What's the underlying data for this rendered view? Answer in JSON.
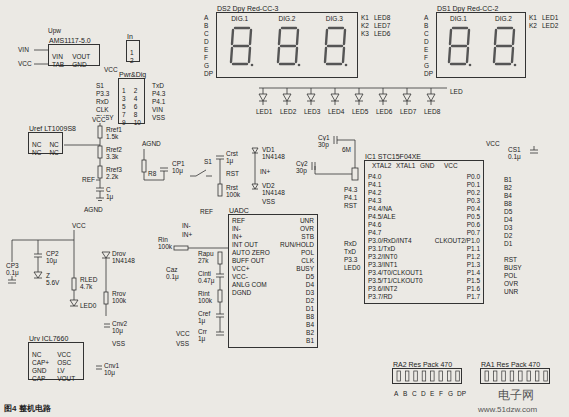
{
  "diagram": {
    "caption": "图4 整机电路",
    "nodes": [
      {
        "text": [
          "DS2 Dpy Red-CC-3",
          "DIG.1",
          "DIG.2",
          "DIG.3"
        ]
      },
      {
        "text": [
          "DS1 Dpy Red-CC-2",
          "DIG.1",
          "DIG.2"
        ]
      },
      {
        "text": [
          "AMS1117-5.0",
          "VIN",
          "VOUT",
          "TAB",
          "GND"
        ]
      },
      {
        "text": [
          "In",
          "1",
          "2"
        ]
      },
      {
        "text": [
          "Pwr&Dig",
          "1",
          "2",
          "3",
          "4",
          "5",
          "6",
          "7",
          "8",
          "9",
          "10"
        ]
      },
      {
        "text": [
          "Uref LT1009S8",
          "NC",
          "NC",
          "NC",
          "NC"
        ]
      },
      {
        "text": [
          "UADC",
          "REF",
          "IN-",
          "IN+",
          "INT OUT",
          "AUTO ZERO",
          "BUFF OUT",
          "VCC+",
          "VCC-",
          "ANLG COM",
          "DGND",
          "UNR",
          "OVR",
          "STB",
          "RUN/HOLD",
          "POL",
          "CLK",
          "BUSY",
          "D5",
          "D4",
          "D3",
          "D2",
          "D1",
          "B8",
          "B4",
          "B2",
          "B1"
        ]
      },
      {
        "text": [
          "IC1 STC15F04XE",
          "P4.0",
          "P4.1",
          "P4.2",
          "P4.3",
          "P4.4/NA",
          "P4.5/ALE",
          "P4.6",
          "P4.7",
          "P3.0/RxD/INT4",
          "P3.1/TxD",
          "P3.2/INT0",
          "P3.3/INT1",
          "P3.4/T0/CLKOUT1",
          "P3.5/T1/CLKOUT0",
          "P3.6/INT2",
          "P3.7/RD",
          "P0.0",
          "P0.1",
          "P0.2",
          "P0.3",
          "P0.4",
          "P0.5",
          "P0.6",
          "P0.7",
          "CLKOUT2/P1.0",
          "P1.1",
          "P1.2",
          "P1.3",
          "P1.4",
          "P1.5",
          "P1.6",
          "P1.7"
        ]
      },
      {
        "text": [
          "Urv ICL7660",
          "NC",
          "VCC",
          "CAP+",
          "OSC",
          "GND",
          "LV",
          "CAP-",
          "VOUT"
        ]
      },
      {
        "text": [
          "RA2 Res Pack 470"
        ]
      },
      {
        "text": [
          "RA1 Res Pack 470"
        ]
      }
    ],
    "labels": [
      "Upw",
      "VIN",
      "VCC",
      "VCC",
      "S1",
      "P3.3",
      "RxD",
      "CLK",
      "BUSY",
      "TxD",
      "P4.3",
      "P4.1",
      "VIN",
      "VSS",
      "A",
      "B",
      "C",
      "D",
      "E",
      "F",
      "G",
      "DP",
      "K1",
      "K2",
      "K3",
      "LED8",
      "LED7",
      "LED6",
      "A",
      "B",
      "C",
      "D",
      "E",
      "F",
      "G",
      "DP",
      "K1",
      "K2",
      "LED1",
      "LED2",
      "LED",
      "LED1",
      "LED2",
      "LED3",
      "LED4",
      "LED5",
      "LED6",
      "LED7",
      "LED8",
      "VCC",
      "Rref1",
      "1.5k",
      "Rref2",
      "3.3k",
      "Rref3",
      "2.2k",
      "REF",
      "C",
      "1μ",
      "AGND",
      "AGND",
      "R8",
      "CP1",
      "10μ",
      "S1",
      "Crst",
      "1μ",
      "RST",
      "Rrst",
      "100k",
      "VD1",
      "1N4148",
      "IN+",
      "VD2",
      "1N4148",
      "VSS",
      "Cy1",
      "30p",
      "Cy2",
      "30p",
      "6M",
      "VCC",
      "CS1",
      "0.1μ",
      "XTAL2",
      "XTAL1",
      "GND",
      "VCC",
      "REF",
      "IN-",
      "IN+",
      "Rin",
      "100k",
      "Rapu",
      "27k",
      "Caz",
      "0.1μ",
      "Cinti",
      "0.47μ",
      "Rint",
      "100k",
      "Cref",
      "1μ",
      "Crr",
      "1μ",
      "VCC",
      "VSS",
      "P4.3",
      "P4.1",
      "RST",
      "RxD",
      "TxD",
      "P3.3",
      "LED0",
      "B1",
      "B2",
      "B4",
      "B8",
      "D5",
      "D4",
      "D3",
      "D2",
      "D1",
      "RST",
      "BUSY",
      "POL",
      "OVR",
      "UNR",
      "VCC",
      "CP3",
      "0.1μ",
      "CP2",
      "10μ",
      "Z",
      "5.6V",
      "Drov",
      "1N4148",
      "RLED",
      "4.7k",
      "Rrov",
      "100k",
      "LED0",
      "Cnv2",
      "10μ",
      "VSS",
      "Cnv1",
      "10μ",
      "A",
      "B",
      "C",
      "D",
      "E",
      "F",
      "G",
      "DP",
      "电子网",
      "www.51dzw.com"
    ]
  }
}
